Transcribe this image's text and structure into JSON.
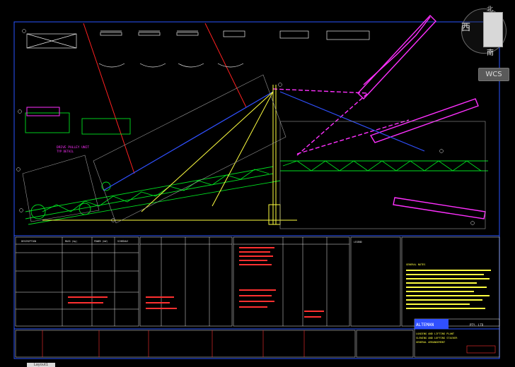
{
  "viewcube": {
    "face_west": "西",
    "face_south": "南",
    "face_north": "北"
  },
  "wcs": {
    "label": "WCS"
  },
  "drawing": {
    "detail_label": "DRIVE PULLEY UNIT",
    "detail_sub": "TYP DETAIL",
    "company": "ALTEMAN",
    "company_suffix": "PTY. LTD",
    "title_lines": [
      "LOADING AND LIFTING PLANT",
      "SLEWING AND LUFFING STACKER",
      "GENERAL ARRANGEMENT"
    ],
    "table_headers": [
      "DESCRIPTION",
      "MASS (kg)",
      "POWER (kW)",
      "SCHEDULE"
    ],
    "notes_heading": "GENERAL NOTES",
    "legend_heading": "LEGEND"
  },
  "colors": {
    "frame": "#2a55ff",
    "structure": "#00e020",
    "boom": "#ff30ff",
    "highlight": "#ffff40",
    "annotation": "#ff3030",
    "text": "#e8e8e8"
  },
  "tab": {
    "label": "Layout1"
  }
}
